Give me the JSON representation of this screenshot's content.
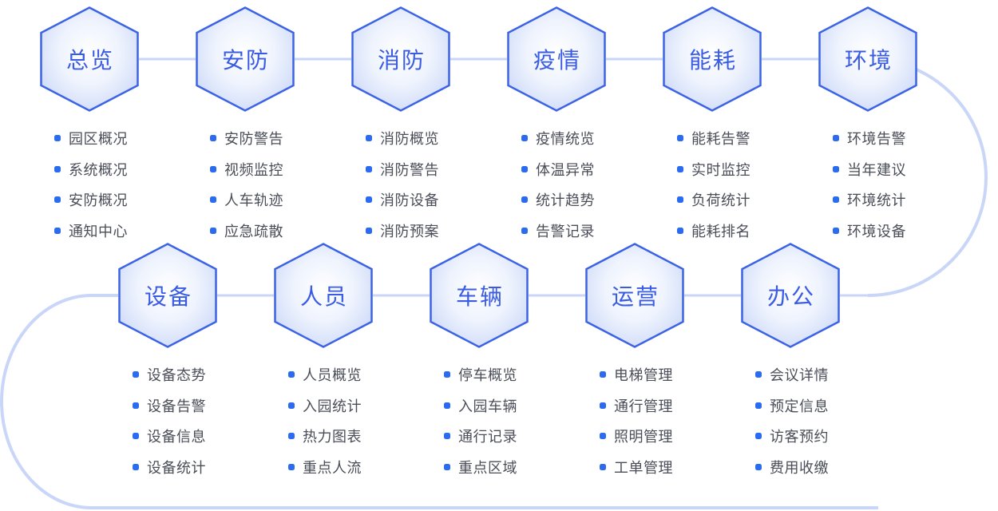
{
  "colors": {
    "hex_border": "#3c63e6",
    "hex_fill_center": "#ffffff",
    "hex_fill_edge": "#c5d3f7",
    "title_text": "#3a5ce4",
    "item_text": "#4a4e58",
    "bullet": "#2b6bf1",
    "connector": "#c9d6f8"
  },
  "top_row": [
    {
      "key": "overview",
      "title": "总览",
      "items": [
        "园区概况",
        "系统概况",
        "安防概况",
        "通知中心"
      ]
    },
    {
      "key": "security",
      "title": "安防",
      "items": [
        "安防警告",
        "视频监控",
        "人车轨迹",
        "应急疏散"
      ]
    },
    {
      "key": "fire",
      "title": "消防",
      "items": [
        "消防概览",
        "消防警告",
        "消防设备",
        "消防预案"
      ]
    },
    {
      "key": "epidemic",
      "title": "疫情",
      "items": [
        "疫情统览",
        "体温异常",
        "统计趋势",
        "告警记录"
      ]
    },
    {
      "key": "energy",
      "title": "能耗",
      "items": [
        "能耗告警",
        "实时监控",
        "负荷统计",
        "能耗排名"
      ]
    },
    {
      "key": "environment",
      "title": "环境",
      "items": [
        "环境告警",
        "当年建议",
        "环境统计",
        "环境设备"
      ]
    }
  ],
  "bottom_row": [
    {
      "key": "equipment",
      "title": "设备",
      "items": [
        "设备态势",
        "设备告警",
        "设备信息",
        "设备统计"
      ]
    },
    {
      "key": "personnel",
      "title": "人员",
      "items": [
        "人员概览",
        "入园统计",
        "热力图表",
        "重点人流"
      ]
    },
    {
      "key": "vehicle",
      "title": "车辆",
      "items": [
        "停车概览",
        "入园车辆",
        "通行记录",
        "重点区域"
      ]
    },
    {
      "key": "operation",
      "title": "运营",
      "items": [
        "电梯管理",
        "通行管理",
        "照明管理",
        "工单管理"
      ]
    },
    {
      "key": "office",
      "title": "办公",
      "items": [
        "会议详情",
        "预定信息",
        "访客预约",
        "费用收缴"
      ]
    }
  ]
}
